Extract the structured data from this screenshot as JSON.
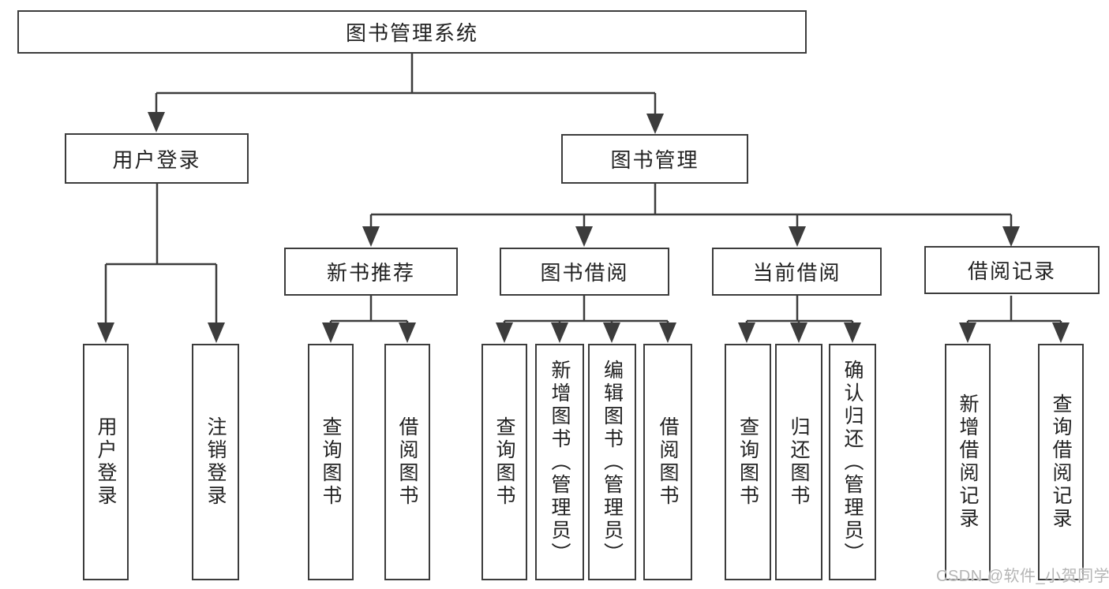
{
  "diagram": {
    "root": {
      "label": "图书管理系统"
    },
    "branches": [
      {
        "label": "用户登录",
        "children": [
          {
            "label": "用户登录"
          },
          {
            "label": "注销登录"
          }
        ]
      },
      {
        "label": "图书管理",
        "children": [
          {
            "label": "新书推荐",
            "children": [
              {
                "label": "查询图书"
              },
              {
                "label": "借阅图书"
              }
            ]
          },
          {
            "label": "图书借阅",
            "children": [
              {
                "label": "查询图书"
              },
              {
                "label": "新增图书（管理员）"
              },
              {
                "label": "编辑图书（管理员）"
              },
              {
                "label": "借阅图书"
              }
            ]
          },
          {
            "label": "当前借阅",
            "children": [
              {
                "label": "查询图书"
              },
              {
                "label": "归还图书"
              },
              {
                "label": "确认归还（管理员）"
              }
            ]
          },
          {
            "label": "借阅记录",
            "children": [
              {
                "label": "新增借阅记录"
              },
              {
                "label": "查询借阅记录"
              }
            ]
          }
        ]
      }
    ]
  },
  "watermark": {
    "text": "CSDN @软件_小贺同学"
  },
  "colors": {
    "line": "#3c3c3c",
    "text": "#222222",
    "watermark": "#b5b5b5",
    "background": "#ffffff"
  }
}
